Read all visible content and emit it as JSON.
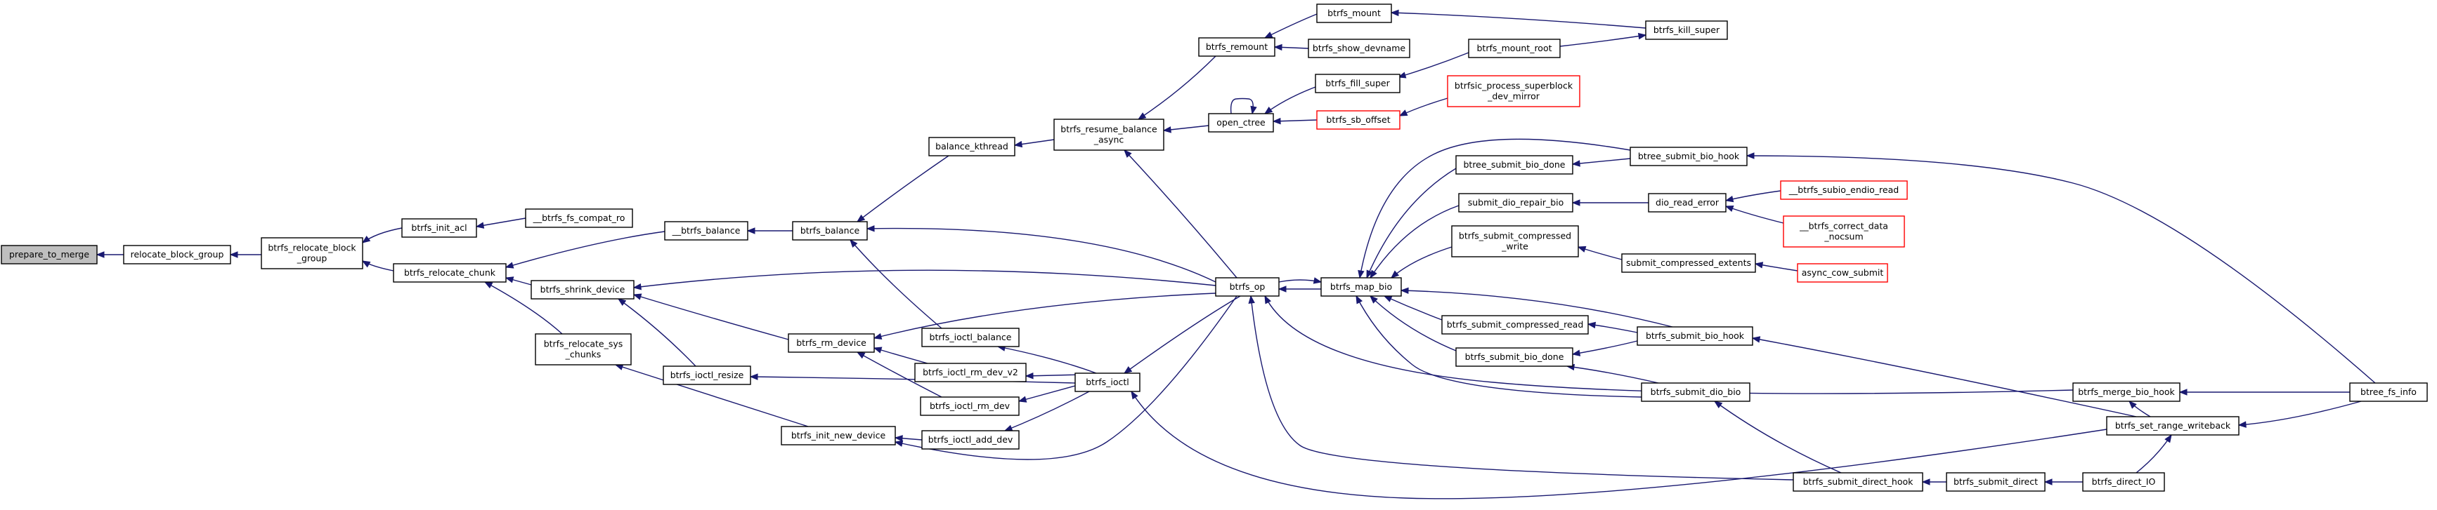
{
  "graph": {
    "nodes": [
      {
        "id": "prepare_to_merge",
        "lines": [
          "prepare_to_merge"
        ],
        "root": true
      },
      {
        "id": "relocate_block_group",
        "lines": [
          "relocate_block_group"
        ]
      },
      {
        "id": "btrfs_relocate_block_group",
        "lines": [
          "btrfs_relocate_block",
          "_group"
        ]
      },
      {
        "id": "btrfs_init_acl",
        "lines": [
          "btrfs_init_acl"
        ]
      },
      {
        "id": "__btrfs_fs_compat_ro",
        "lines": [
          "__btrfs_fs_compat_ro"
        ]
      },
      {
        "id": "btrfs_relocate_chunk",
        "lines": [
          "btrfs_relocate_chunk"
        ]
      },
      {
        "id": "btrfs_shrink_device",
        "lines": [
          "btrfs_shrink_device"
        ]
      },
      {
        "id": "btrfs_relocate_sys_chunks",
        "lines": [
          "btrfs_relocate_sys",
          "_chunks"
        ]
      },
      {
        "id": "__btrfs_balance",
        "lines": [
          "__btrfs_balance"
        ]
      },
      {
        "id": "btrfs_ioctl_resize",
        "lines": [
          "btrfs_ioctl_resize"
        ]
      },
      {
        "id": "btrfs_init_new_device",
        "lines": [
          "btrfs_init_new_device"
        ]
      },
      {
        "id": "btrfs_balance",
        "lines": [
          "btrfs_balance"
        ]
      },
      {
        "id": "btrfs_rm_device",
        "lines": [
          "btrfs_rm_device"
        ]
      },
      {
        "id": "btrfs_ioctl_balance",
        "lines": [
          "btrfs_ioctl_balance"
        ]
      },
      {
        "id": "btrfs_ioctl_rm_dev_v2",
        "lines": [
          "btrfs_ioctl_rm_dev_v2"
        ]
      },
      {
        "id": "btrfs_ioctl_rm_dev",
        "lines": [
          "btrfs_ioctl_rm_dev"
        ]
      },
      {
        "id": "btrfs_ioctl_add_dev",
        "lines": [
          "btrfs_ioctl_add_dev"
        ]
      },
      {
        "id": "balance_kthread",
        "lines": [
          "balance_kthread"
        ]
      },
      {
        "id": "btrfs_resume_balance_async",
        "lines": [
          "btrfs_resume_balance",
          "_async"
        ]
      },
      {
        "id": "btrfs_ioctl",
        "lines": [
          "btrfs_ioctl"
        ]
      },
      {
        "id": "btrfs_remount",
        "lines": [
          "btrfs_remount"
        ]
      },
      {
        "id": "btrfs_mount",
        "lines": [
          "btrfs_mount"
        ]
      },
      {
        "id": "btrfs_show_devname",
        "lines": [
          "btrfs_show_devname"
        ]
      },
      {
        "id": "btrfs_kill_super",
        "lines": [
          "btrfs_kill_super"
        ]
      },
      {
        "id": "open_ctree",
        "lines": [
          "open_ctree"
        ]
      },
      {
        "id": "btrfs_fill_super",
        "lines": [
          "btrfs_fill_super"
        ]
      },
      {
        "id": "btrfs_mount_root",
        "lines": [
          "btrfs_mount_root"
        ]
      },
      {
        "id": "btrfs_sb_offset",
        "lines": [
          "btrfs_sb_offset"
        ],
        "truncated": true
      },
      {
        "id": "btrfsic_process_superblock_dev_mirror",
        "lines": [
          "btrfsic_process_superblock",
          "_dev_mirror"
        ],
        "truncated": true
      },
      {
        "id": "btrfs_op",
        "lines": [
          "btrfs_op"
        ]
      },
      {
        "id": "btrfs_map_bio",
        "lines": [
          "btrfs_map_bio"
        ]
      },
      {
        "id": "btree_submit_bio_done",
        "lines": [
          "btree_submit_bio_done"
        ]
      },
      {
        "id": "btree_submit_bio_hook",
        "lines": [
          "btree_submit_bio_hook"
        ]
      },
      {
        "id": "submit_dio_repair_bio",
        "lines": [
          "submit_dio_repair_bio"
        ]
      },
      {
        "id": "dio_read_error",
        "lines": [
          "dio_read_error"
        ]
      },
      {
        "id": "__btrfs_subio_endio_read",
        "lines": [
          "__btrfs_subio_endio_read"
        ],
        "truncated": true
      },
      {
        "id": "__btrfs_correct_data_nocsum",
        "lines": [
          "__btrfs_correct_data",
          "_nocsum"
        ],
        "truncated": true
      },
      {
        "id": "btrfs_submit_compressed_write",
        "lines": [
          "btrfs_submit_compressed",
          "_write"
        ]
      },
      {
        "id": "submit_compressed_extents",
        "lines": [
          "submit_compressed_extents"
        ]
      },
      {
        "id": "async_cow_submit",
        "lines": [
          "async_cow_submit"
        ],
        "truncated": true
      },
      {
        "id": "btrfs_submit_compressed_read",
        "lines": [
          "btrfs_submit_compressed_read"
        ]
      },
      {
        "id": "btrfs_submit_bio_hook",
        "lines": [
          "btrfs_submit_bio_hook"
        ]
      },
      {
        "id": "btrfs_submit_bio_done",
        "lines": [
          "btrfs_submit_bio_done"
        ]
      },
      {
        "id": "btrfs_submit_dio_bio",
        "lines": [
          "btrfs_submit_dio_bio"
        ]
      },
      {
        "id": "btrfs_merge_bio_hook",
        "lines": [
          "btrfs_merge_bio_hook"
        ]
      },
      {
        "id": "btrfs_set_range_writeback",
        "lines": [
          "btrfs_set_range_writeback"
        ]
      },
      {
        "id": "btree_fs_info",
        "lines": [
          "btree_fs_info"
        ]
      },
      {
        "id": "btrfs_submit_direct_hook",
        "lines": [
          "btrfs_submit_direct_hook"
        ]
      },
      {
        "id": "btrfs_submit_direct",
        "lines": [
          "btrfs_submit_direct"
        ]
      },
      {
        "id": "btrfs_direct_IO",
        "lines": [
          "btrfs_direct_IO"
        ]
      }
    ],
    "edges": [
      [
        "relocate_block_group",
        "prepare_to_merge"
      ],
      [
        "btrfs_relocate_block_group",
        "relocate_block_group"
      ],
      [
        "btrfs_init_acl",
        "btrfs_relocate_block_group"
      ],
      [
        "__btrfs_fs_compat_ro",
        "btrfs_init_acl"
      ],
      [
        "btrfs_relocate_chunk",
        "btrfs_relocate_block_group"
      ],
      [
        "__btrfs_balance",
        "btrfs_relocate_chunk"
      ],
      [
        "btrfs_shrink_device",
        "btrfs_relocate_chunk"
      ],
      [
        "btrfs_relocate_sys_chunks",
        "btrfs_relocate_chunk"
      ],
      [
        "btrfs_balance",
        "__btrfs_balance"
      ],
      [
        "btrfs_op",
        "btrfs_shrink_device"
      ],
      [
        "btrfs_rm_device",
        "btrfs_shrink_device"
      ],
      [
        "btrfs_ioctl_resize",
        "btrfs_shrink_device"
      ],
      [
        "btrfs_init_new_device",
        "btrfs_relocate_sys_chunks"
      ],
      [
        "balance_kthread",
        "btrfs_balance"
      ],
      [
        "btrfs_op",
        "btrfs_balance"
      ],
      [
        "btrfs_ioctl_balance",
        "btrfs_balance"
      ],
      [
        "btrfs_op",
        "btrfs_rm_device"
      ],
      [
        "btrfs_ioctl_rm_dev_v2",
        "btrfs_rm_device"
      ],
      [
        "btrfs_ioctl_rm_dev",
        "btrfs_rm_device"
      ],
      [
        "btrfs_ioctl",
        "btrfs_ioctl_balance"
      ],
      [
        "btrfs_ioctl",
        "btrfs_ioctl_rm_dev_v2"
      ],
      [
        "btrfs_ioctl",
        "btrfs_ioctl_rm_dev"
      ],
      [
        "btrfs_ioctl",
        "btrfs_ioctl_resize"
      ],
      [
        "btrfs_ioctl_add_dev",
        "btrfs_init_new_device"
      ],
      [
        "btrfs_op",
        "btrfs_init_new_device"
      ],
      [
        "btrfs_ioctl",
        "btrfs_ioctl_add_dev"
      ],
      [
        "btrfs_op",
        "btrfs_ioctl"
      ],
      [
        "btrfs_set_range_writeback",
        "btrfs_ioctl"
      ],
      [
        "btrfs_resume_balance_async",
        "balance_kthread"
      ],
      [
        "btrfs_remount",
        "btrfs_resume_balance_async"
      ],
      [
        "open_ctree",
        "btrfs_resume_balance_async"
      ],
      [
        "btrfs_op",
        "btrfs_resume_balance_async"
      ],
      [
        "btrfs_mount",
        "btrfs_remount"
      ],
      [
        "btrfs_show_devname",
        "btrfs_remount"
      ],
      [
        "btrfs_kill_super",
        "btrfs_mount"
      ],
      [
        "btrfs_mount_root",
        "btrfs_kill_super"
      ],
      [
        "open_ctree",
        "open_ctree"
      ],
      [
        "btrfs_fill_super",
        "open_ctree"
      ],
      [
        "btrfs_sb_offset",
        "open_ctree"
      ],
      [
        "btrfs_mount_root",
        "btrfs_fill_super"
      ],
      [
        "btrfsic_process_superblock_dev_mirror",
        "btrfs_sb_offset"
      ],
      [
        "btrfs_map_bio",
        "btrfs_op"
      ],
      [
        "btrfs_merge_bio_hook",
        "btrfs_op"
      ],
      [
        "btrfs_submit_direct_hook",
        "btrfs_op"
      ],
      [
        "btrfs_op",
        "btrfs_map_bio"
      ],
      [
        "btree_submit_bio_done",
        "btrfs_map_bio"
      ],
      [
        "btree_submit_bio_hook",
        "btrfs_map_bio"
      ],
      [
        "submit_dio_repair_bio",
        "btrfs_map_bio"
      ],
      [
        "btrfs_submit_compressed_write",
        "btrfs_map_bio"
      ],
      [
        "btrfs_submit_compressed_read",
        "btrfs_map_bio"
      ],
      [
        "btrfs_submit_bio_done",
        "btrfs_map_bio"
      ],
      [
        "btrfs_submit_bio_hook",
        "btrfs_map_bio"
      ],
      [
        "btrfs_submit_dio_bio",
        "btrfs_map_bio"
      ],
      [
        "btree_submit_bio_hook",
        "btree_submit_bio_done"
      ],
      [
        "btree_fs_info",
        "btree_submit_bio_hook"
      ],
      [
        "dio_read_error",
        "submit_dio_repair_bio"
      ],
      [
        "__btrfs_subio_endio_read",
        "dio_read_error"
      ],
      [
        "__btrfs_correct_data_nocsum",
        "dio_read_error"
      ],
      [
        "submit_compressed_extents",
        "btrfs_submit_compressed_write"
      ],
      [
        "async_cow_submit",
        "submit_compressed_extents"
      ],
      [
        "btrfs_submit_bio_hook",
        "btrfs_submit_compressed_read"
      ],
      [
        "btrfs_set_range_writeback",
        "btrfs_submit_bio_hook"
      ],
      [
        "btrfs_submit_bio_hook",
        "btrfs_submit_bio_done"
      ],
      [
        "btrfs_submit_dio_bio",
        "btrfs_submit_bio_done"
      ],
      [
        "btrfs_submit_direct_hook",
        "btrfs_submit_dio_bio"
      ],
      [
        "btree_fs_info",
        "btrfs_merge_bio_hook"
      ],
      [
        "btrfs_set_range_writeback",
        "btrfs_merge_bio_hook"
      ],
      [
        "btree_fs_info",
        "btrfs_set_range_writeback"
      ],
      [
        "btrfs_direct_IO",
        "btrfs_set_range_writeback"
      ],
      [
        "btrfs_submit_direct",
        "btrfs_submit_direct_hook"
      ],
      [
        "btrfs_direct_IO",
        "btrfs_submit_direct"
      ]
    ]
  }
}
